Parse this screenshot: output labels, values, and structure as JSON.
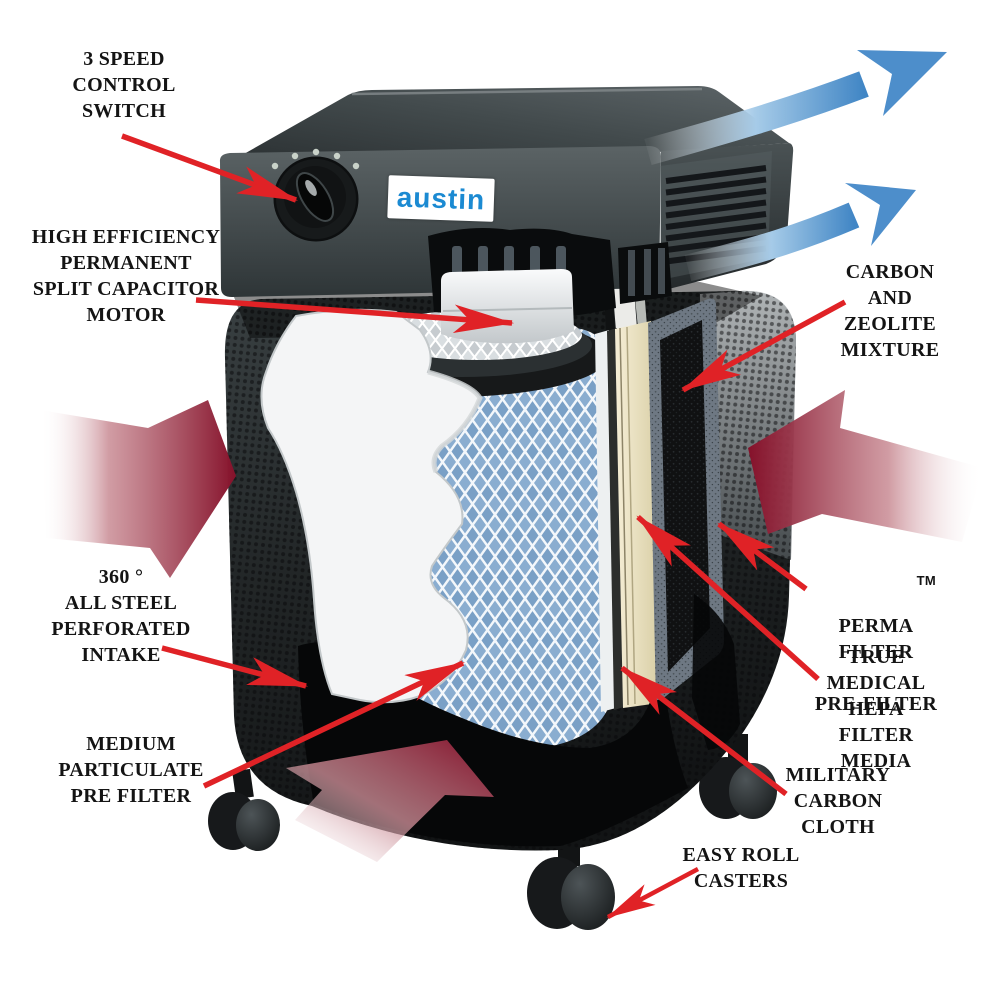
{
  "diagram": {
    "product": "air purifier cutaway diagram",
    "brand_badge": "austin",
    "labels": {
      "speed_switch": "3 SPEED\nCONTROL\nSWITCH",
      "motor": "HIGH EFFICIENCY\nPERMANENT\nSPLIT CAPACITOR\nMOTOR",
      "carbon_zeolite": "CARBON\nAND\nZEOLITE\nMIXTURE",
      "intake": "360 °\nALL STEEL\nPERFORATED\nINTAKE",
      "perma_filter_tm": "TM",
      "perma_filter_line1": "PERMA FILTER",
      "perma_filter_line2": "PRE-FILTER",
      "hepa": "TRUE\nMEDICAL\nHEPA FILTER\nMEDIA",
      "medium_prefilter": "MEDIUM\nPARTICULATE\nPRE FILTER",
      "carbon_cloth": "MILITARY\nCARBON\nCLOTH",
      "casters": "EASY ROLL\nCASTERS"
    },
    "colors": {
      "callout_arrow": "#e02226",
      "intake_arrow": "#85112a",
      "outflow_arrow": "#4186c5",
      "label_text": "#141414",
      "logo_text": "#1b8ad2",
      "logo_background": "#ffffff",
      "hepa_media_blue": "#8aadd0",
      "carbon_layer": "#101112",
      "hepa_cream": "#ece3c2",
      "housing_dark": "#24282a"
    }
  }
}
